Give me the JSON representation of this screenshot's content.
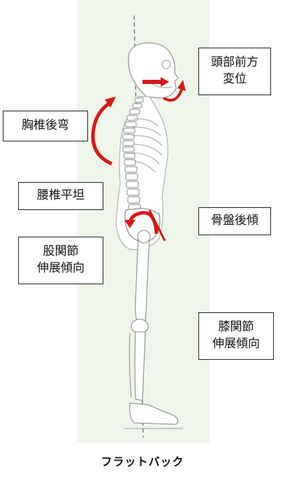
{
  "labels": {
    "head_forward": [
      "頭部前方",
      "変位"
    ],
    "thoracic_kyphosis": [
      "胸椎後弯"
    ],
    "lumbar_flat": [
      "腰椎平坦"
    ],
    "pelvic_tilt": [
      "骨盤後傾"
    ],
    "hip_extension": [
      "股関節",
      "伸展傾向"
    ],
    "knee_extension": [
      "膝関節",
      "伸展傾向"
    ]
  },
  "caption": "フラットバック",
  "colors": {
    "accent": "#d7191c",
    "bone": "#ffffff",
    "outline": "#9a9a9a",
    "panel": "#eef6ec"
  }
}
